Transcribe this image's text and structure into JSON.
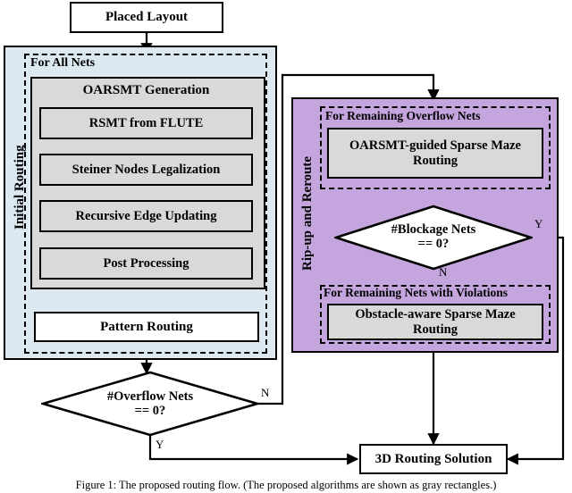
{
  "figure": {
    "caption": "Figure 1: The proposed routing flow. (The proposed algorithms are shown as gray rectangles.)",
    "colors": {
      "initial_routing_panel": "#dde9f0",
      "rip_up_panel": "#c4a5de",
      "algorithm_box": "#d9d9d9",
      "plain_box": "#ffffff",
      "stroke": "#000000"
    }
  },
  "nodes": {
    "start": {
      "label": "Placed Layout"
    },
    "oarsmt_generation": {
      "label": "OARSMT Generation"
    },
    "rsmt_from_flute": {
      "label": "RSMT from FLUTE"
    },
    "steiner_nodes_legalization": {
      "label": "Steiner Nodes Legalization"
    },
    "recursive_edge_updating": {
      "label": "Recursive Edge Updating"
    },
    "post_processing": {
      "label": "Post Processing"
    },
    "pattern_routing": {
      "label": "Pattern Routing"
    },
    "oarsmt_guided_maze": {
      "label": "OARSMT-guided Sparse Maze Routing"
    },
    "obstacle_aware_maze": {
      "label": "Obstacle-aware Sparse Maze Routing"
    },
    "end": {
      "label": "3D Routing Solution"
    }
  },
  "decisions": {
    "overflow_nets": {
      "line1": "#Overflow Nets",
      "line2": "== 0?",
      "yes": "Y",
      "no": "N"
    },
    "blockage_nets": {
      "line1": "#Blockage Nets",
      "line2": "== 0?",
      "yes": "Y",
      "no": "N"
    }
  },
  "panels": {
    "initial_routing": {
      "label": "Initial Routing"
    },
    "rip_up_and_reroute": {
      "label": "Rip-up and Reroute"
    }
  },
  "groups": {
    "for_all_nets": {
      "label": "For All Nets"
    },
    "for_remaining_overflow_nets": {
      "label": "For Remaining Overflow Nets"
    },
    "for_remaining_nets_with_violations": {
      "label": "For Remaining Nets with Violations"
    }
  }
}
